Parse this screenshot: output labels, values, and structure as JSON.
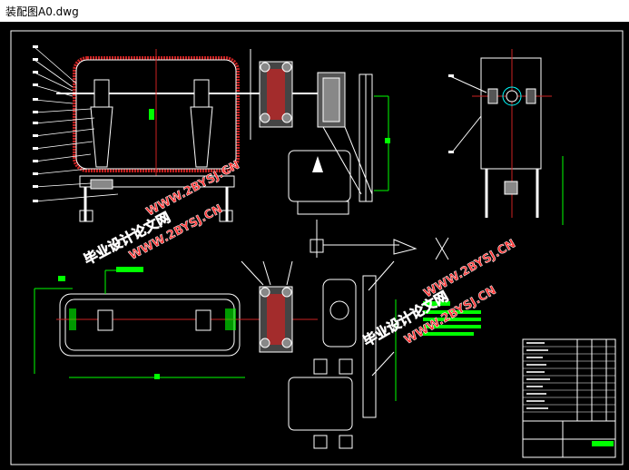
{
  "window": {
    "title": "装配图A0.dwg"
  },
  "colors": {
    "background": "#000000",
    "frame": "#ffffff",
    "accent_red": "#cc2222",
    "accent_green": "#00ff00",
    "watermark": "#ff3333"
  },
  "watermark": {
    "text_cn": "毕业设计论文网",
    "text_url": "WWW.2BYSJ.CN"
  }
}
